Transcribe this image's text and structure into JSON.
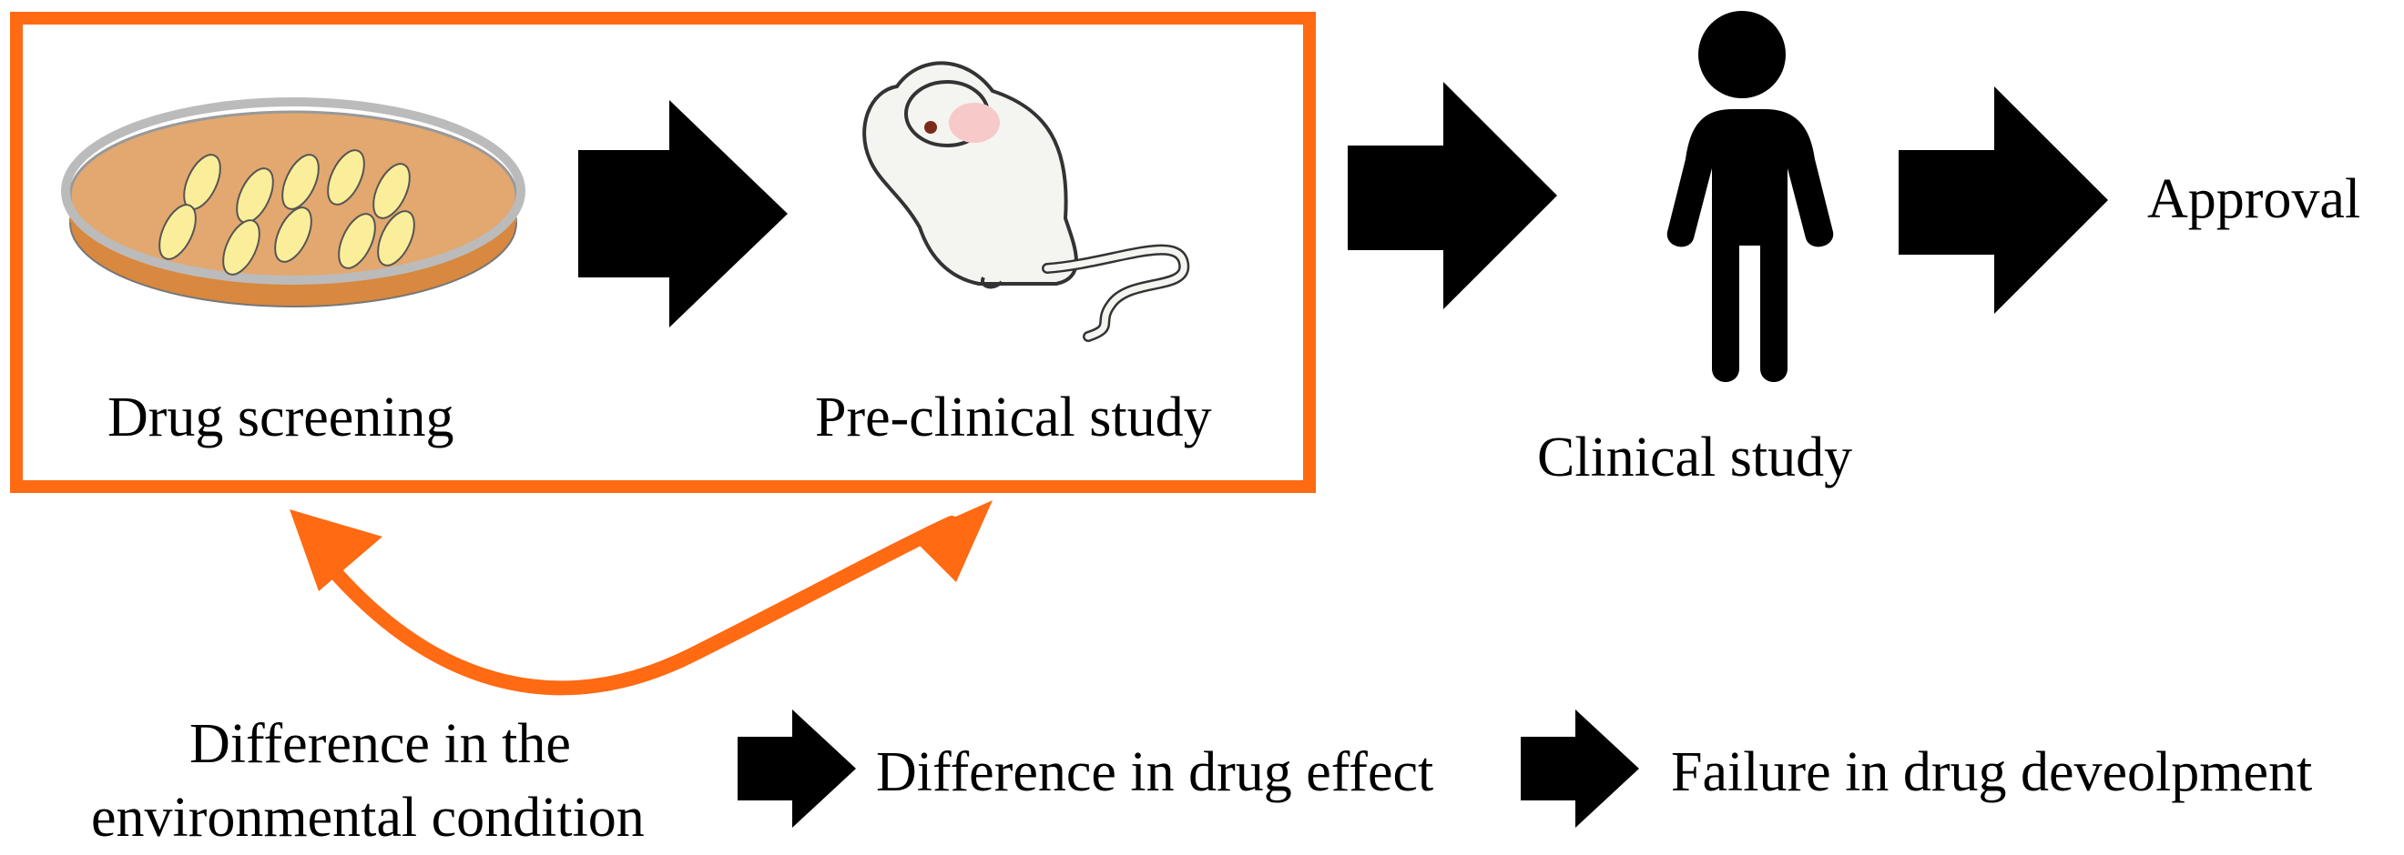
{
  "diagram": {
    "stages": {
      "drug_screening": "Drug screening",
      "pre_clinical": "Pre-clinical study",
      "clinical": "Clinical study",
      "approval": "Approval"
    },
    "bottom_chain": {
      "cause_line1": "Difference in the",
      "cause_line2": "environmental condition",
      "effect": "Difference in drug effect",
      "outcome": "Failure in drug deveolpment"
    },
    "colors": {
      "highlight": "#FF6A13",
      "arrow": "#000000",
      "dish_fill": "#E2A86F",
      "dish_rim": "#BBBBBB",
      "cell_fill": "#FBEE9A"
    },
    "icons": {
      "petri_dish": "petri-dish-icon",
      "mouse": "mouse-icon",
      "person": "person-icon"
    }
  }
}
